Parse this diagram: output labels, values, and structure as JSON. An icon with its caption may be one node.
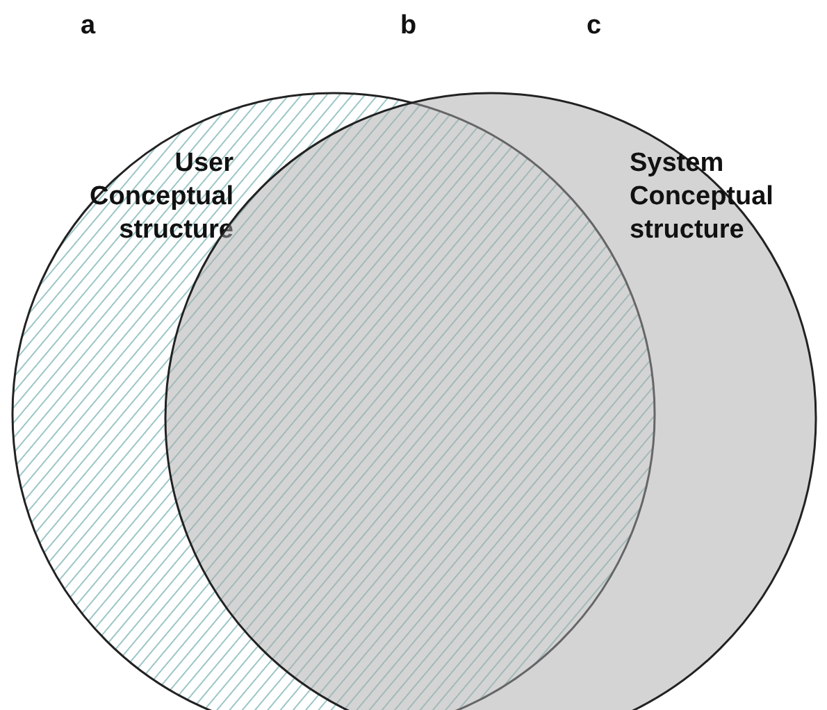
{
  "diagram": {
    "nodes": [
      {
        "text": [
          "User Conceptual structure"
        ]
      },
      {
        "text": [
          "System Conceptual structure"
        ]
      }
    ],
    "edges": [],
    "labels": [
      "a",
      "b",
      "c"
    ]
  }
}
